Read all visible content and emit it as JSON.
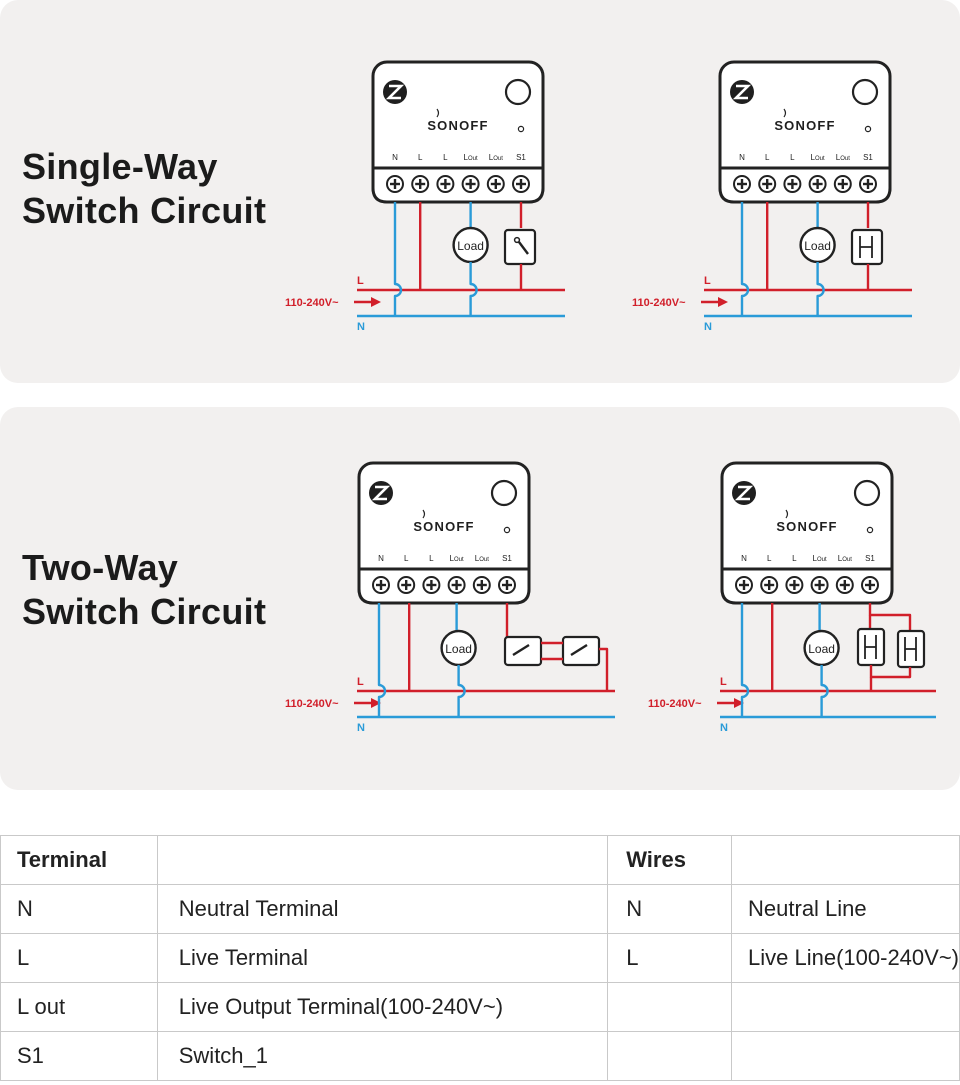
{
  "sections": [
    {
      "title_line1": "Single-Way",
      "title_line2": "Switch Circuit"
    },
    {
      "title_line1": "Two-Way",
      "title_line2": "Switch Circuit"
    }
  ],
  "device": {
    "brand": "SONOFF",
    "terminals": [
      "N",
      "L",
      "L",
      "L",
      "L",
      "S1"
    ],
    "terminal_subs": [
      "",
      "",
      "",
      "Out",
      "Out",
      ""
    ],
    "load_label": "Load"
  },
  "wiring": {
    "live_label": "L",
    "neutral_label": "N",
    "voltage_label": "110-240V~"
  },
  "colors": {
    "live": "#d11f2a",
    "neutral": "#2a9bd8",
    "panel": "#f2f0ef",
    "device_stroke": "#222222"
  },
  "table": {
    "headers": [
      "Terminal",
      "",
      "Wires",
      ""
    ],
    "rows": [
      [
        "N",
        "Neutral Terminal",
        "N",
        "Neutral Line"
      ],
      [
        "L",
        "Live Terminal",
        "L",
        "Live Line(100-240V~)"
      ],
      [
        "L out",
        "Live Output Terminal(100-240V~)",
        "",
        ""
      ],
      [
        "S1",
        "Switch_1",
        "",
        ""
      ]
    ]
  }
}
